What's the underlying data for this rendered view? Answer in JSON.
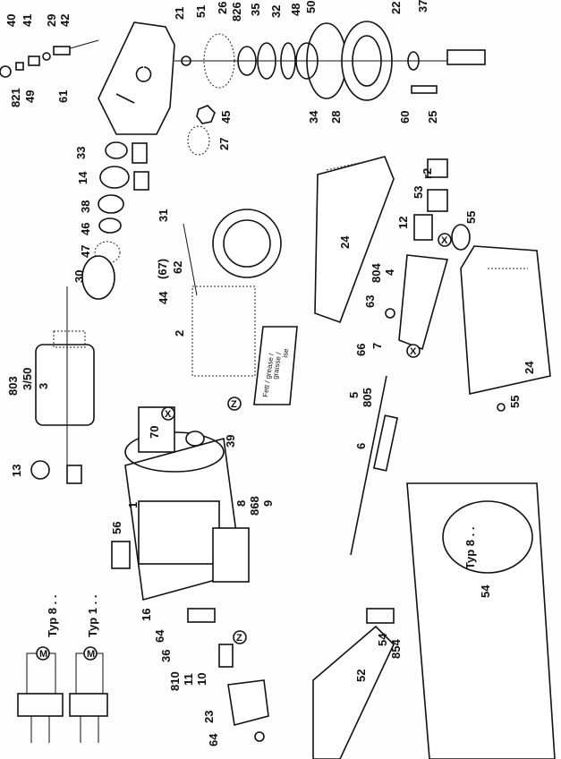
{
  "labels": [
    "40",
    "41",
    "29",
    "42",
    "821",
    "49",
    "61",
    "21",
    "51",
    "26",
    "826",
    "35",
    "32",
    "48",
    "50",
    "22",
    "37",
    "45",
    "27",
    "34",
    "28",
    "60",
    "25",
    "33",
    "14",
    "38",
    "46",
    "47",
    "30",
    "31",
    "(67)",
    "62",
    "44",
    "2",
    "803",
    "3/50",
    "3",
    "13",
    "70",
    "39",
    "1",
    "8",
    "868",
    "9",
    "56",
    "16",
    "64",
    "36",
    "810",
    "11",
    "10",
    "23",
    "64",
    "24",
    "12",
    "53",
    "r2",
    "55",
    "804",
    "4",
    "63",
    "66",
    "7",
    "5",
    "805",
    "6",
    "24",
    "55",
    "54",
    "854",
    "52",
    "54"
  ],
  "type_labels": [
    "Typ 8 . .",
    "Typ 1 . .",
    "Typ 8 . ."
  ],
  "markers": [
    "X",
    "Z",
    "X",
    "Z",
    "X"
  ],
  "tube_text": [
    "Fett / grease /",
    "graisse /",
    "ise"
  ],
  "schematic_motor": "M"
}
